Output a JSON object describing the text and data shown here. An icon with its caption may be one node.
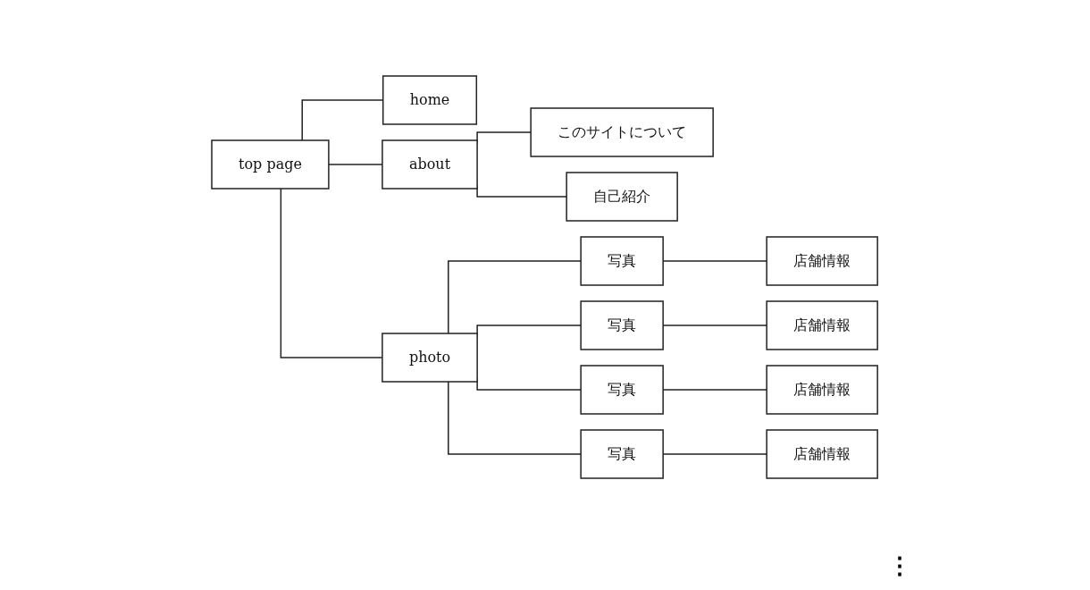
{
  "diagram": {
    "nodes": [
      {
        "text": [
          "top page"
        ]
      },
      {
        "text": [
          "home"
        ]
      },
      {
        "text": [
          "about"
        ]
      },
      {
        "text": [
          "photo"
        ]
      },
      {
        "text": [
          "このサイトについて"
        ]
      },
      {
        "text": [
          "自己紹介"
        ]
      },
      {
        "text": [
          "写真"
        ]
      },
      {
        "text": [
          "店舗情報"
        ]
      },
      {
        "text": [
          "写真"
        ]
      },
      {
        "text": [
          "店舗情報"
        ]
      },
      {
        "text": [
          "写真"
        ]
      },
      {
        "text": [
          "店舗情報"
        ]
      },
      {
        "text": [
          "写真"
        ]
      },
      {
        "text": [
          "店舗情報"
        ]
      }
    ],
    "edges": [
      {
        "from": 0,
        "to": 1,
        "arrow": "none"
      },
      {
        "from": 0,
        "to": 2,
        "arrow": "none"
      },
      {
        "from": 0,
        "to": 3,
        "arrow": "none"
      },
      {
        "from": 2,
        "to": 4,
        "arrow": "none"
      },
      {
        "from": 2,
        "to": 5,
        "arrow": "none"
      },
      {
        "from": 3,
        "to": 6,
        "arrow": "none"
      },
      {
        "from": 3,
        "to": 8,
        "arrow": "none"
      },
      {
        "from": 3,
        "to": 10,
        "arrow": "none"
      },
      {
        "from": 3,
        "to": 12,
        "arrow": "none"
      },
      {
        "from": 6,
        "to": 7,
        "arrow": "none"
      },
      {
        "from": 8,
        "to": 9,
        "arrow": "none"
      },
      {
        "from": 10,
        "to": 11,
        "arrow": "none"
      },
      {
        "from": 12,
        "to": 13,
        "arrow": "none"
      }
    ],
    "labels": [
      "⋮"
    ]
  }
}
